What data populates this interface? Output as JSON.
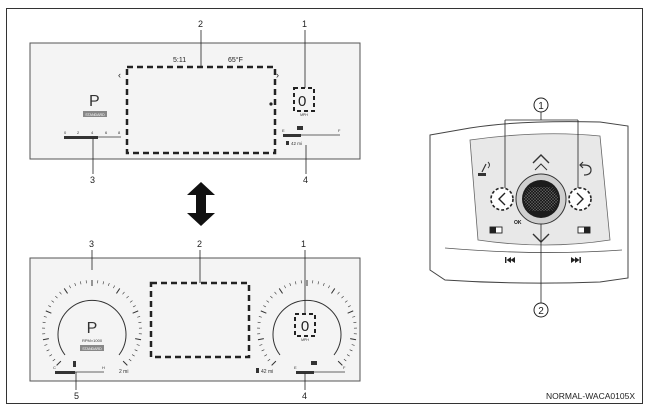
{
  "callouts": {
    "c1": "1",
    "c2": "2",
    "c3": "3",
    "c4": "4",
    "c5": "5"
  },
  "top_panel": {
    "time": "5:11",
    "temp": "65°F",
    "gear": "P",
    "gear_badge": "STANDARD",
    "speed": "0",
    "speed_unit": "MPH",
    "scale_0": "0",
    "scale_2": "2",
    "scale_4": "4",
    "scale_6": "6",
    "scale_8": "8",
    "fuel_e": "E",
    "fuel_f": "F",
    "range": "42 mi"
  },
  "bottom_panel": {
    "gear": "P",
    "rpm_label": "RPM×1000",
    "gear_badge": "STANDARD",
    "speed": "0",
    "speed_unit": "MPH",
    "temp_c": "C",
    "temp_h": "H",
    "trip": "2 mi",
    "range": "42 mi",
    "fuel_e": "E",
    "fuel_f": "F"
  },
  "wheel": {
    "circle_1": "1",
    "circle_2": "2",
    "ok_label": "OK"
  },
  "caption": "NORMAL-WACA0105X"
}
